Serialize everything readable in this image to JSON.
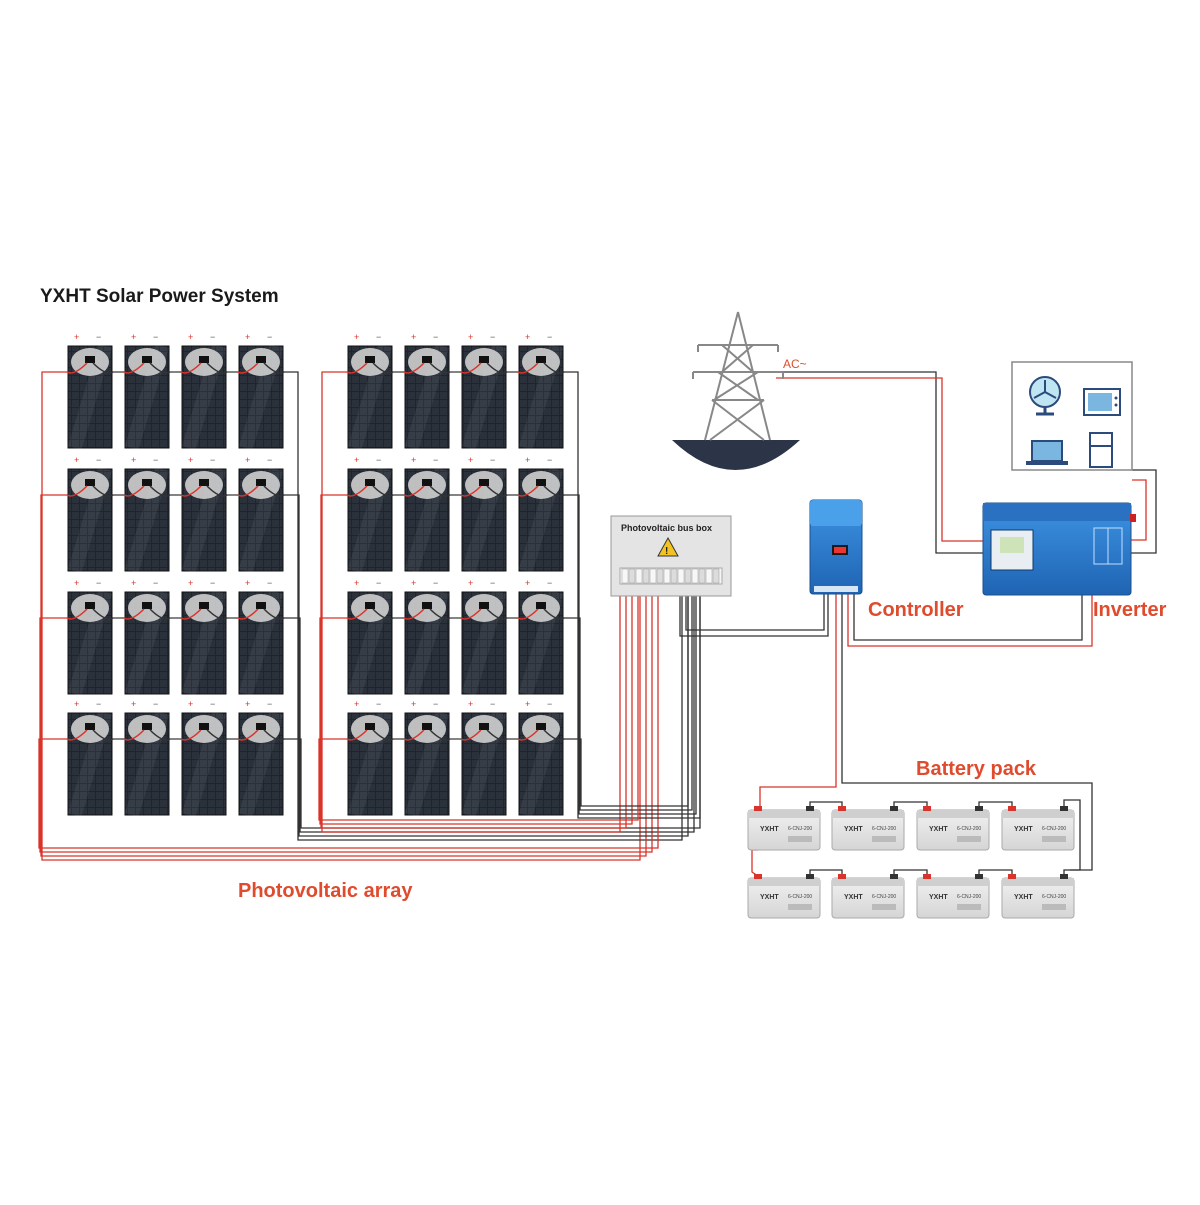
{
  "title": "YXHT Solar Power System",
  "labels": {
    "pv_array": "Photovoltaic array",
    "bus_box": "Photovoltaic bus box",
    "controller": "Controller",
    "inverter": "Inverter",
    "battery_pack": "Battery pack",
    "ac": "AC~"
  },
  "panel_terminals": {
    "plus": "+",
    "minus": "−"
  },
  "battery": {
    "brand": "YXHT",
    "model": "6-CNJ-200"
  },
  "colors": {
    "accent_red": "#e04b2e",
    "wire_red": "#d9342b",
    "wire_black": "#333333",
    "panel_dark": "#1c1f26",
    "device_blue": "#2f7ed0",
    "battery_gray": "#e6e6e6"
  },
  "icons": {
    "grid": "power-tower-icon",
    "appliances": [
      "fan-icon",
      "microwave-icon",
      "laptop-icon",
      "refrigerator-icon"
    ],
    "warning": "high-voltage-warning-icon"
  }
}
